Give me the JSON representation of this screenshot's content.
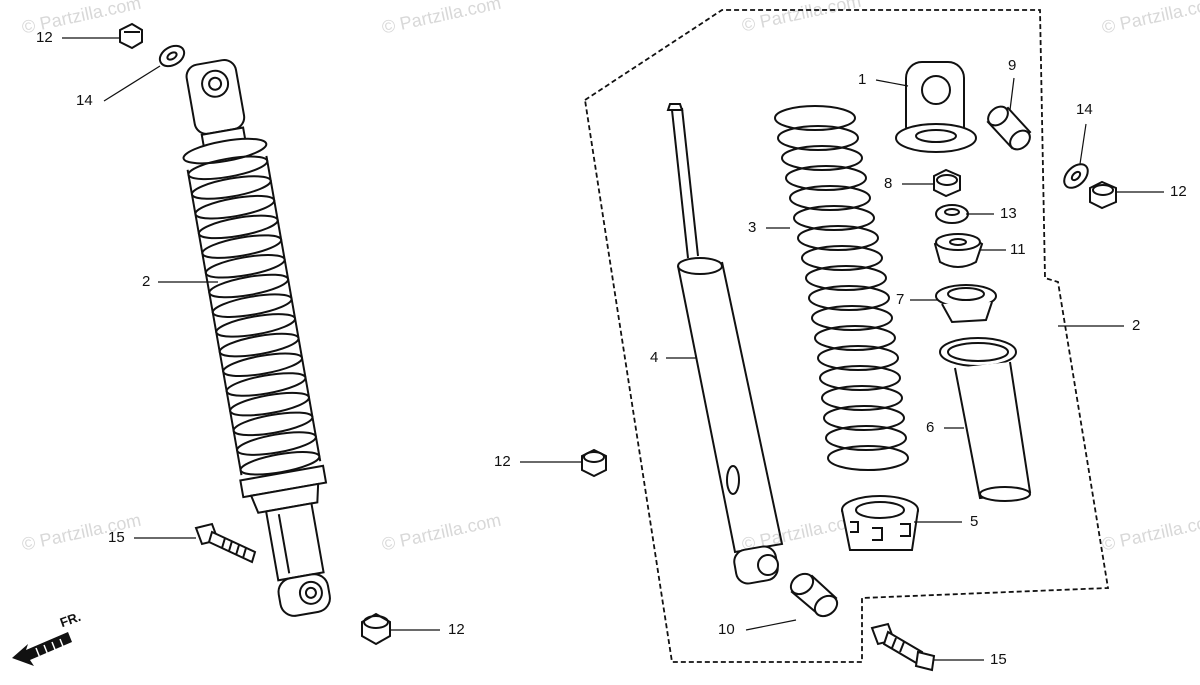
{
  "watermark": "© Partzilla.com",
  "direction_label": "FR.",
  "callouts": {
    "p1": "1",
    "p2": "2",
    "p3": "3",
    "p4": "4",
    "p5": "5",
    "p6": "6",
    "p7": "7",
    "p8": "8",
    "p9": "9",
    "p10": "10",
    "p11": "11",
    "p12": "12",
    "p13": "13",
    "p14": "14",
    "p15": "15"
  },
  "colors": {
    "ink": "#111111",
    "watermark": "#d8d8d8",
    "background": "#ffffff"
  }
}
